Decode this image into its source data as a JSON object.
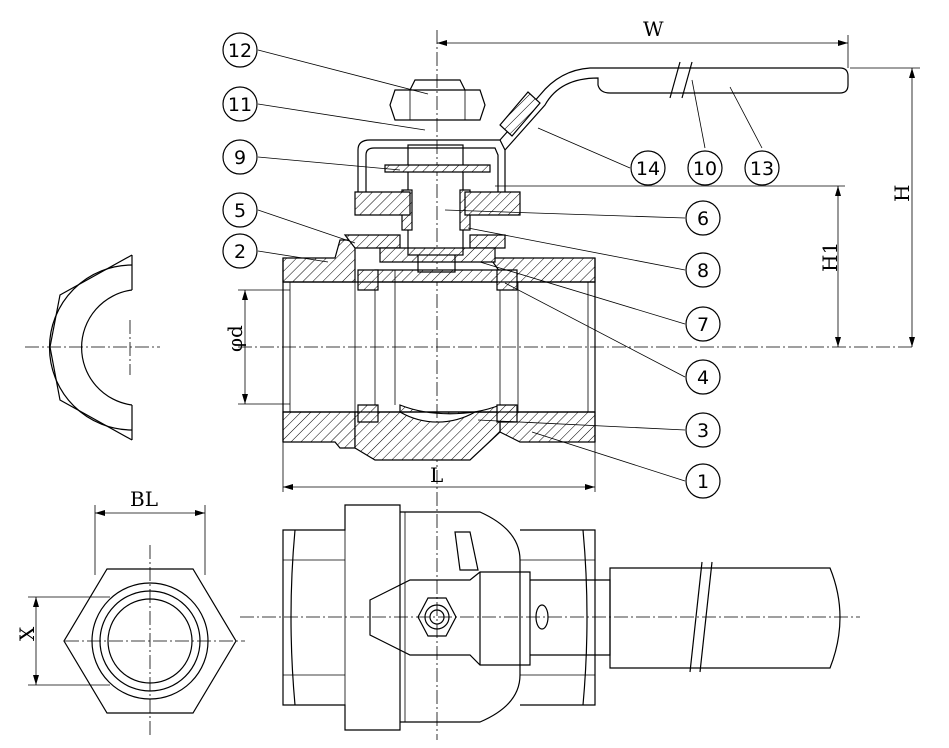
{
  "callouts": [
    {
      "id": "c1",
      "label": "1"
    },
    {
      "id": "c2",
      "label": "2"
    },
    {
      "id": "c3",
      "label": "3"
    },
    {
      "id": "c4",
      "label": "4"
    },
    {
      "id": "c5",
      "label": "5"
    },
    {
      "id": "c6",
      "label": "6"
    },
    {
      "id": "c7",
      "label": "7"
    },
    {
      "id": "c8",
      "label": "8"
    },
    {
      "id": "c9",
      "label": "9"
    },
    {
      "id": "c10",
      "label": "10"
    },
    {
      "id": "c11",
      "label": "11"
    },
    {
      "id": "c12",
      "label": "12"
    },
    {
      "id": "c13",
      "label": "13"
    },
    {
      "id": "c14",
      "label": "14"
    }
  ],
  "dimensions": {
    "W": "W",
    "H": "H",
    "H1": "H1",
    "L": "L",
    "phi_d": "φd",
    "BL": "BL",
    "X": "X"
  }
}
